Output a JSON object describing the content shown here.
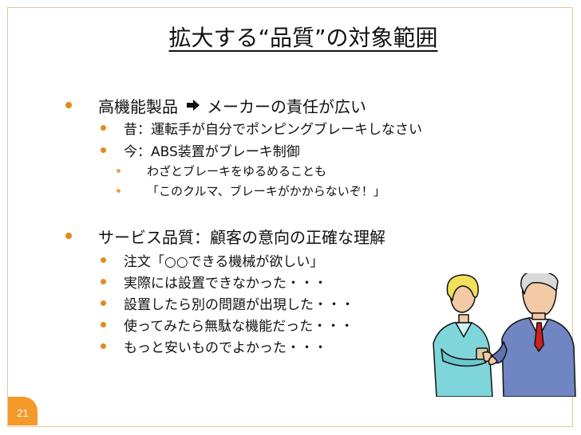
{
  "title": "拡大する“品質”の対象範囲",
  "page_number": "21",
  "bullets": {
    "b1": "高機能製品",
    "b1_rest": "メーカーの責任が広い",
    "b1_1": "昔：運転手が自分でポンピングブレーキしなさい",
    "b1_2": "今：ABS装置がブレーキ制御",
    "b1_2_1": "わざとブレーキをゆるめることも",
    "b1_2_2": "「このクルマ、ブレーキがかからないぞ！」",
    "b2": "サービス品質：顧客の意向の正確な理解",
    "b2_1": "注文「○○できる機械が欲しい」",
    "b2_2": "実際には設置できなかった・・・",
    "b2_3": "設置したら別の問題が出現した・・・",
    "b2_4": "使ってみたら無駄な機能だった・・・",
    "b2_5": "もっと安いものでよかった・・・"
  },
  "colors": {
    "bullet": "#e28a1f",
    "badge": "#f39a2a",
    "frame": "#e5c99a"
  },
  "icons": {
    "arrow": "right-arrow-icon",
    "illustration": "business-people-illustration"
  }
}
